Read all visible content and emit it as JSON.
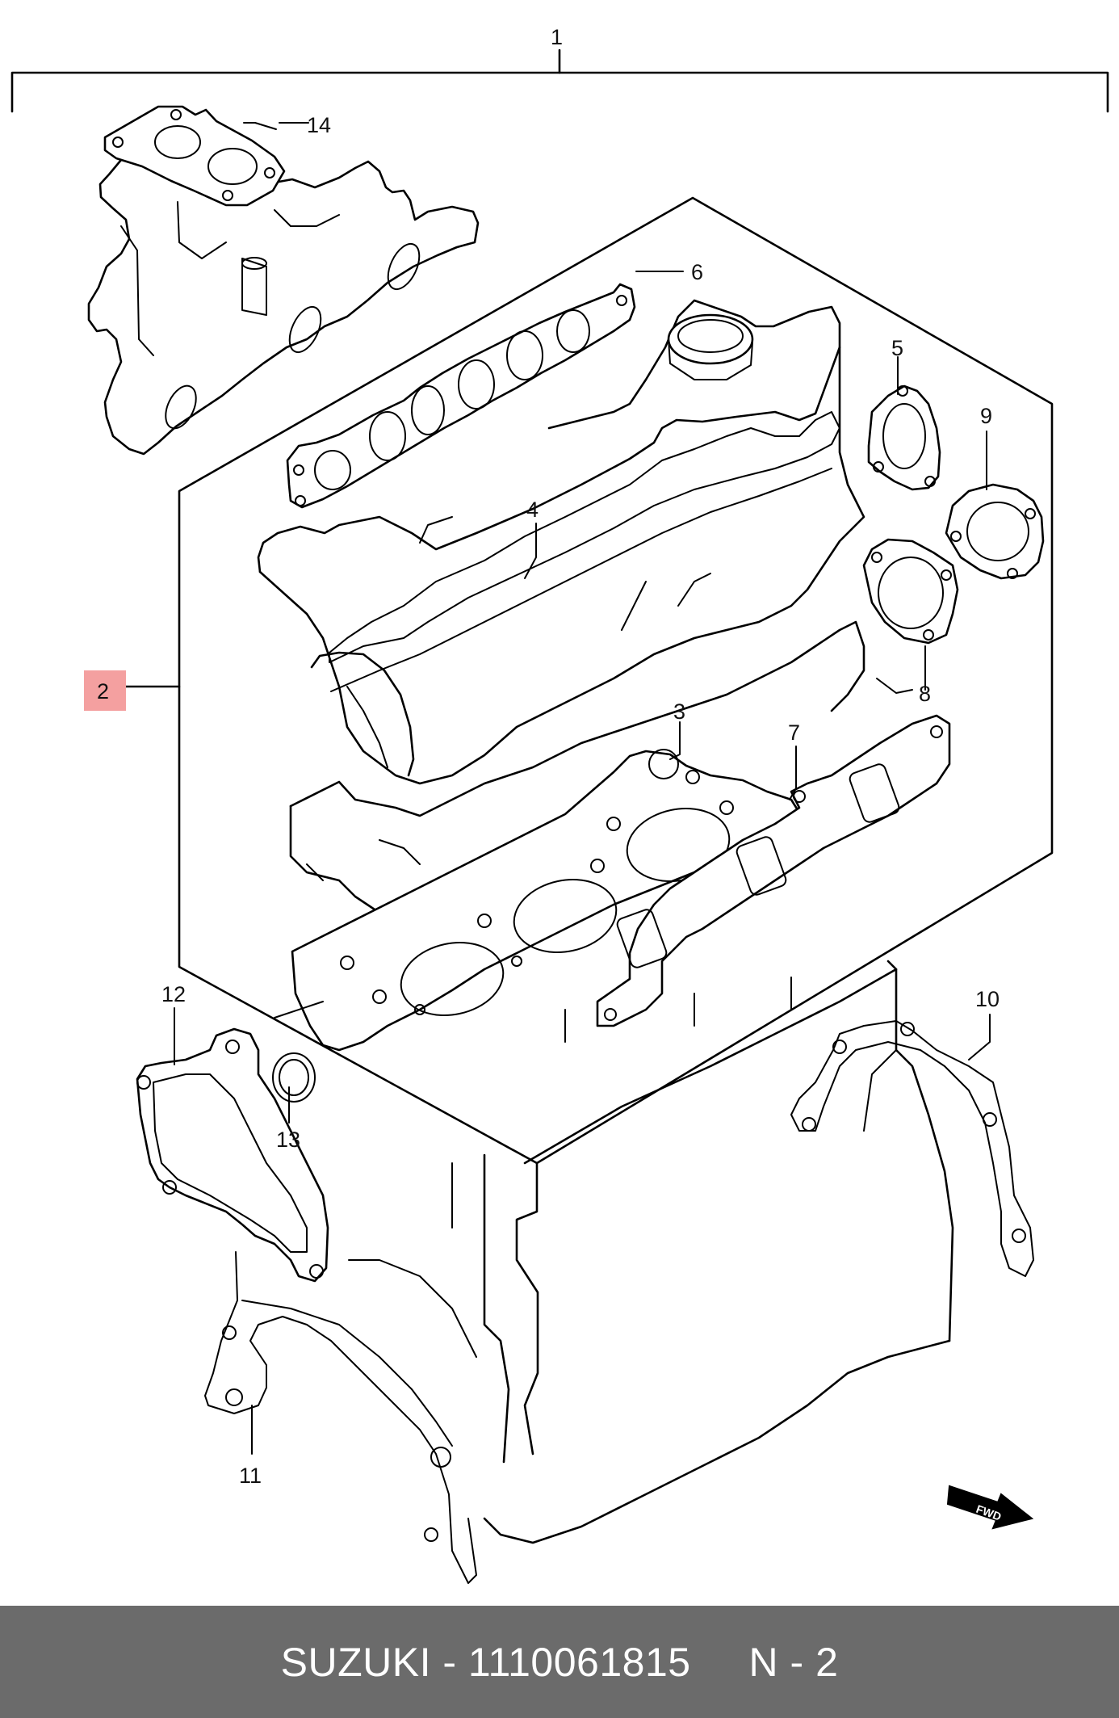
{
  "diagram": {
    "callouts": {
      "c1": "1",
      "c2": "2",
      "c3": "3",
      "c4": "4",
      "c5": "5",
      "c6": "6",
      "c7": "7",
      "c8": "8",
      "c9": "9",
      "c10": "10",
      "c11": "11",
      "c12": "12",
      "c13": "13",
      "c14": "14"
    },
    "highlighted_callout": "2",
    "highlight_color": "#f4a0a0",
    "fwd_label": "FWD"
  },
  "footer": {
    "text": "SUZUKI - 1110061815     N - 2",
    "background_color": "#6b6b6b",
    "text_color": "#ffffff"
  }
}
